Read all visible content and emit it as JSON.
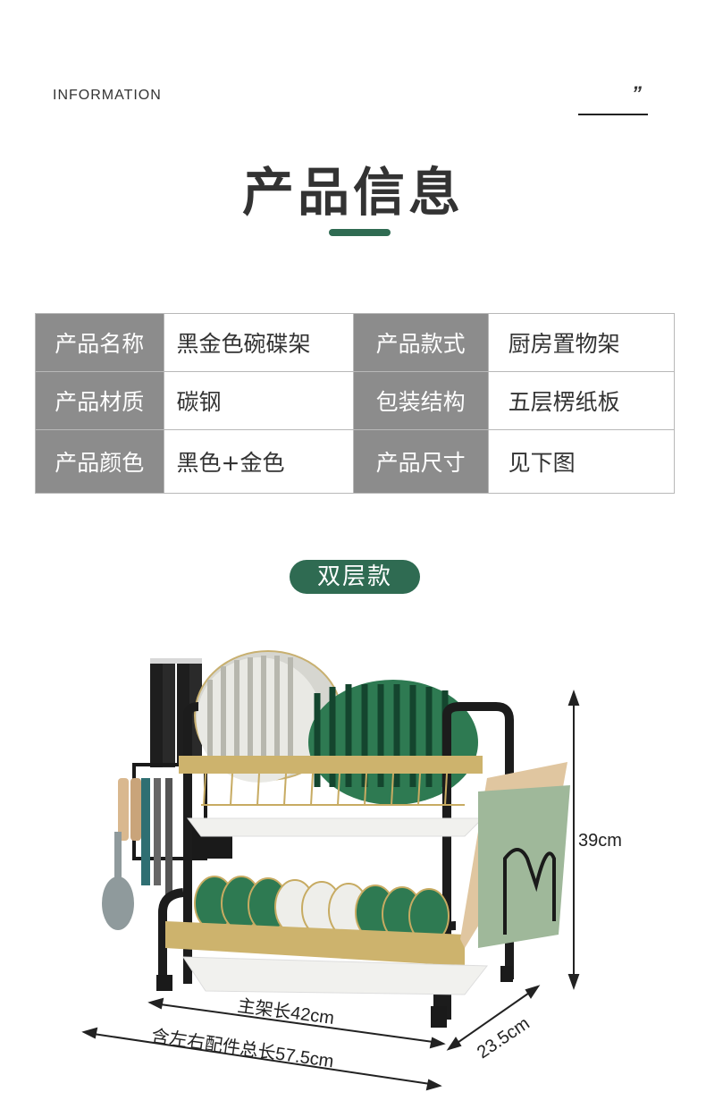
{
  "header": {
    "section_label": "INFORMATION",
    "quote_mark": "”",
    "title": "产品信息"
  },
  "colors": {
    "accent_green": "#2f6b52",
    "key_cell_gray": "#8c8c8c",
    "gold": "#c9b06a",
    "plate_green": "#2e7a52"
  },
  "spec_table": {
    "rows": [
      [
        {
          "key": "产品名称",
          "value": "黑金色碗碟架"
        },
        {
          "key": "产品款式",
          "value": "厨房置物架"
        }
      ],
      [
        {
          "key": "产品材质",
          "value": "碳钢"
        },
        {
          "key": "包装结构",
          "value": "五层楞纸板"
        }
      ],
      [
        {
          "key": "产品颜色",
          "value": "黑色+金色"
        },
        {
          "key": "产品尺寸",
          "value": "见下图"
        }
      ]
    ]
  },
  "variant": {
    "label": "双层款"
  },
  "product_image": {
    "alt": "黑金色双层碗碟架，含刀架、砧板架",
    "dimensions": {
      "height": "39cm",
      "main_length": "主架长42cm",
      "total_length": "含左右配件总长57.5cm",
      "depth": "23.5cm"
    }
  }
}
